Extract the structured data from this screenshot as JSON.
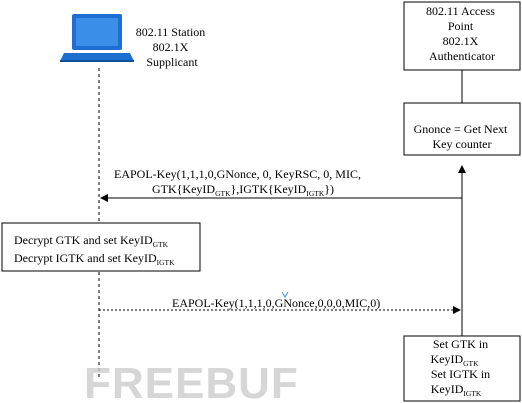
{
  "station": {
    "lines": [
      "802.11 Station",
      "802.1X",
      "Supplicant"
    ]
  },
  "access_point": {
    "lines": [
      "802.11 Access",
      "Point",
      "802.1X",
      "Authenticator"
    ]
  },
  "ap_action": {
    "lines": [
      "Gnonce = Get Next",
      "Key counter"
    ]
  },
  "message1": {
    "line1": "EAPOL-Key(1,1,1,0,GNonce, 0, KeyRSC, 0, MIC,",
    "line2_a": "GTK{KeyID",
    "line2_a_sub": "GTK",
    "line2_b": "},IGTK{KeyID",
    "line2_b_sub": "IGTK",
    "line2_c": "})"
  },
  "station_action": {
    "line1": "Decrypt GTK and set KeyID",
    "line1_sub": "GTK",
    "line2": "Decrypt IGTK and set KeyID",
    "line2_sub": "IGTK"
  },
  "message2": {
    "text": "EAPOL-Key(1,1,1,0,GNonce,0,0,0,MIC,0)"
  },
  "ap_final_action": {
    "line1": "Set GTK in",
    "line2": "KeyID",
    "line2_sub": "GTK",
    "line3": "Set IGTK in",
    "line4": "KeyID",
    "line4_sub": "IGTK"
  },
  "watermark": {
    "text": "FREEBUF",
    "color": "#c9c9c9"
  },
  "colors": {
    "laptop_blue": "#1c6fd0",
    "laptop_screen": "#3a8ee8",
    "line": "#000000"
  }
}
